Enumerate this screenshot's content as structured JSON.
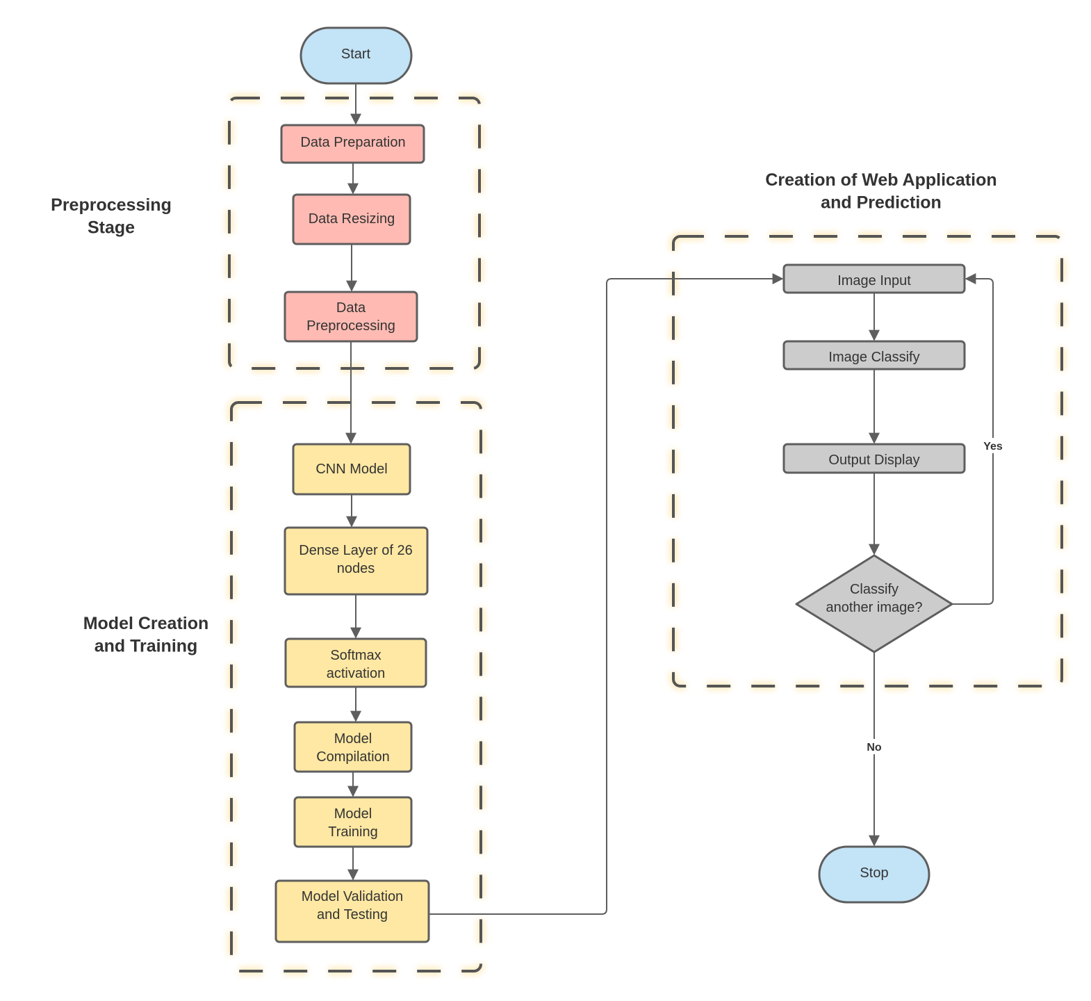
{
  "stages": {
    "preprocessing": "Preprocessing\nStage",
    "model": "Model Creation\nand Training",
    "webapp": "Creation of Web Application\nand Prediction"
  },
  "nodes": {
    "start": "Start",
    "data_preparation": "Data Preparation",
    "data_resizing": "Data Resizing",
    "data_preprocessing": "Data\nPreprocessing",
    "cnn_model": "CNN Model",
    "dense_layer": "Dense Layer of 26\nnodes",
    "softmax": "Softmax\nactivation",
    "model_compilation": "Model\nCompilation",
    "model_training": "Model\nTraining",
    "model_validation": "Model Validation\nand Testing",
    "image_input": "Image Input",
    "image_classify": "Image Classify",
    "output_display": "Output Display",
    "decision": "Classify\nanother image?",
    "stop": "Stop"
  },
  "edge_labels": {
    "yes": "Yes",
    "no": "No"
  },
  "colors": {
    "terminal": "#c3e3f6",
    "preprocessing": "#ffbbb3",
    "model": "#ffe8a3",
    "webapp": "#cccccc"
  }
}
